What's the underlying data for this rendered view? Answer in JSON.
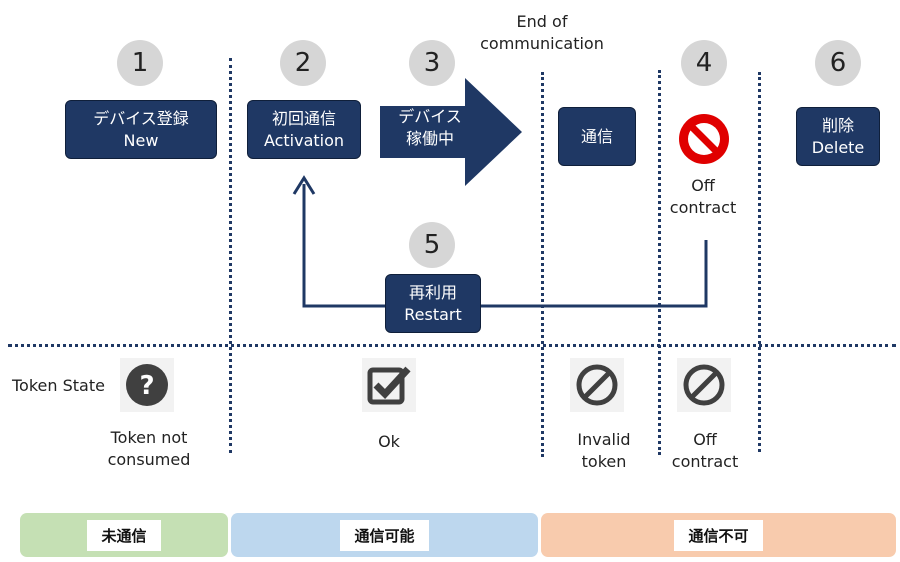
{
  "top_note": {
    "line1": "End of",
    "line2": "communication"
  },
  "steps": [
    {
      "num": "1"
    },
    {
      "num": "2"
    },
    {
      "num": "3"
    },
    {
      "num": "4"
    },
    {
      "num": "5"
    },
    {
      "num": "6"
    }
  ],
  "boxes": {
    "new": {
      "line1": "デバイス登録",
      "line2": "New"
    },
    "activation": {
      "line1": "初回通信",
      "line2": "Activation"
    },
    "operating": {
      "line1": "デバイス",
      "line2": "稼働中"
    },
    "communication": {
      "line1": "通信"
    },
    "restart": {
      "line1": "再利用",
      "line2": "Restart"
    },
    "delete": {
      "line1": "削除",
      "line2": "Delete"
    }
  },
  "off_contract_top": {
    "line1": "Off",
    "line2": "contract"
  },
  "token_state_label": "Token State",
  "token_states": [
    {
      "icon": "question-icon",
      "line1": "Token not",
      "line2": "consumed"
    },
    {
      "icon": "checkbox-check-icon",
      "line1": "Ok",
      "line2": ""
    },
    {
      "icon": "prohibited-icon",
      "line1": "Invalid",
      "line2": "token"
    },
    {
      "icon": "prohibited-icon",
      "line1": "Off",
      "line2": "contract"
    }
  ],
  "bands": [
    {
      "label": "未通信",
      "color": "#c5e0b4"
    },
    {
      "label": "通信可能",
      "color": "#bdd7ee"
    },
    {
      "label": "通信不可",
      "color": "#f8cbad"
    }
  ],
  "colors": {
    "navy": "#1f3864",
    "stop_red": "#e00000",
    "icon_gray": "#404040"
  }
}
